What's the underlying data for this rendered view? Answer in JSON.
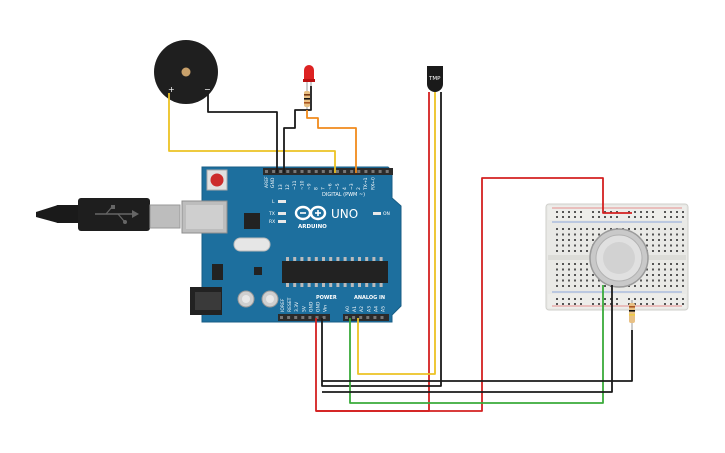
{
  "board": {
    "brand": "ARDUINO",
    "model": "UNO",
    "digital_label": "DIGITAL (PWM ~)",
    "power_label": "POWER",
    "analog_label": "ANALOG IN",
    "on_label": "ON",
    "led_l": "L",
    "led_tx": "TX",
    "led_rx": "RX",
    "aref": "AREF",
    "gnd": "GND",
    "pins_digital": [
      "13",
      "12",
      "~11",
      "~10",
      "~9",
      "8",
      "7",
      "~6",
      "~5",
      "4",
      "~3",
      "2",
      "TX→1",
      "RX←0"
    ],
    "pins_power": [
      "IOREF",
      "RESET",
      "3.3V",
      "5V",
      "GND",
      "GND",
      "Vin"
    ],
    "pins_analog": [
      "A0",
      "A1",
      "A2",
      "A3",
      "A4",
      "A5"
    ]
  },
  "buzzer": {
    "plus": "+",
    "minus": "−"
  },
  "temp_sensor": {
    "label": "TMP"
  },
  "colors": {
    "board": "#1d6f9e",
    "wire_red": "#d42020",
    "wire_black": "#1a1a1a",
    "wire_yellow": "#ecc324",
    "wire_green": "#3aab3a",
    "wire_orange": "#f08a1c"
  }
}
